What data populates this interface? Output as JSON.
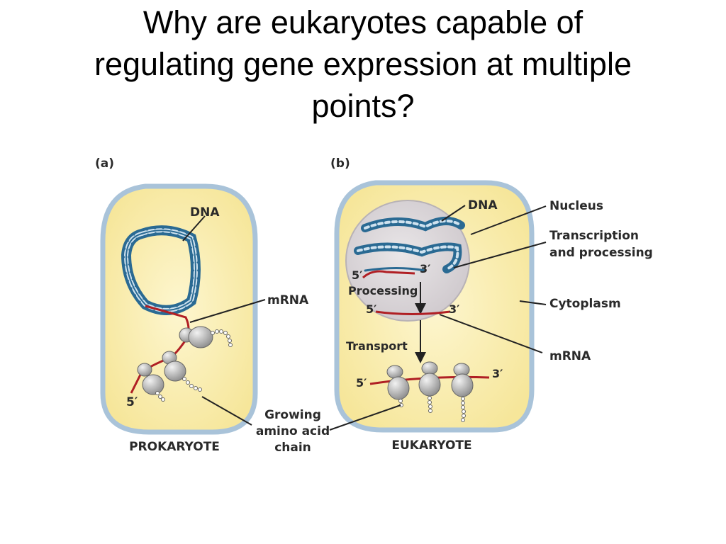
{
  "slide": {
    "title_line1": "Why are eukaryotes capable of",
    "title_line2": "regulating gene expression at multiple",
    "title_line3": "points?"
  },
  "figure": {
    "panel_a": {
      "tag": "(a)",
      "dna": "DNA",
      "mrna": "mRNA",
      "five_prime": "5′",
      "growing_1": "Growing",
      "growing_2": "amino acid",
      "growing_3": "chain",
      "caption": "PROKARYOTE"
    },
    "panel_b": {
      "tag": "(b)",
      "dna": "DNA",
      "nucleus": "Nucleus",
      "transcription_1": "Transcription",
      "transcription_2": "and processing",
      "cytoplasm": "Cytoplasm",
      "mrna": "mRNA",
      "processing": "Processing",
      "transport": "Transport",
      "five_prime_a": "5′",
      "three_prime_a": "3′",
      "five_prime_b": "5′",
      "three_prime_b": "3′",
      "five_prime_c": "5′",
      "three_prime_c": "3′",
      "caption": "EUKARYOTE"
    },
    "colors": {
      "cell_fill": "#fbf0b4",
      "cell_border": "#a9c3d9",
      "dna": "#2a6a93",
      "mrna": "#b01f24",
      "nucleus": "#d4cfd3",
      "ribosome": "#a9a9a9"
    }
  }
}
